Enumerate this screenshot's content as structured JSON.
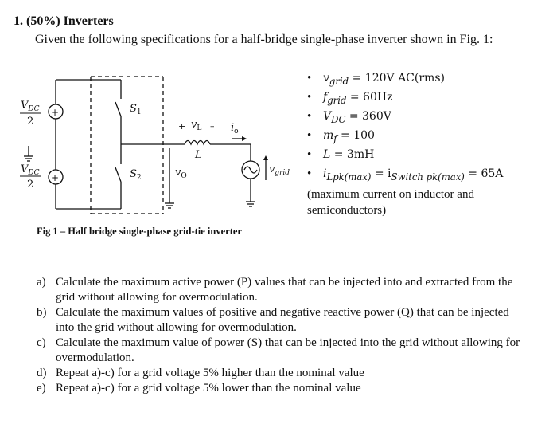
{
  "question": {
    "title": "1.  (50%) Inverters",
    "given": "Given the following specifications for a half-bridge single-phase inverter shown in Fig. 1:"
  },
  "specs": [
    {
      "lhs": "v",
      "sub": "grid",
      "rhs": " = 120V AC(rms)"
    },
    {
      "lhs": "f",
      "sub": "grid",
      "rhs": " = 60Hz"
    },
    {
      "lhs": "V",
      "sub": "DC",
      "rhs": " = 360V"
    },
    {
      "lhs": "m",
      "sub": "f",
      "rhs": " = 100"
    },
    {
      "lhs": "L",
      "sub": "",
      "rhs": " = 3mH"
    },
    {
      "lhs": "i",
      "sub": "Lpk(max)",
      "mid": " = i",
      "sub2": "Switch pk(max)",
      "rhs": " = 65A"
    }
  ],
  "spec_note": "(maximum current on inductor and semiconductors)",
  "figure": {
    "caption": "Fig 1 – Half bridge single-phase grid-tie inverter",
    "labels": {
      "vdc_top": "V",
      "vdc_sub": "DC",
      "half": "2",
      "s1": "S",
      "s1_sub": "1",
      "s2": "S",
      "s2_sub": "2",
      "vl": "v",
      "vl_sub": "L",
      "l": "L",
      "io": "i",
      "io_sub": "o",
      "vo": "v",
      "vo_sub": "O",
      "vgrid": "v",
      "vgrid_sub": "grid",
      "plus": "+",
      "minus": "–"
    }
  },
  "tasks": [
    {
      "label": "a)",
      "text": "Calculate the maximum active power (P) values that can be injected into and extracted from the grid without allowing for overmodulation."
    },
    {
      "label": "b)",
      "text": "Calculate the maximum values of positive and negative reactive power (Q) that can be injected into the grid without allowing for overmodulation."
    },
    {
      "label": "c)",
      "text": "Calculate the maximum value of power (S) that can be injected into the grid without allowing for overmodulation."
    },
    {
      "label": "d)",
      "text": "Repeat a)-c) for a grid voltage 5% higher than the nominal value"
    },
    {
      "label": "e)",
      "text": "Repeat a)-c) for a grid voltage 5% lower than the nominal value"
    }
  ]
}
